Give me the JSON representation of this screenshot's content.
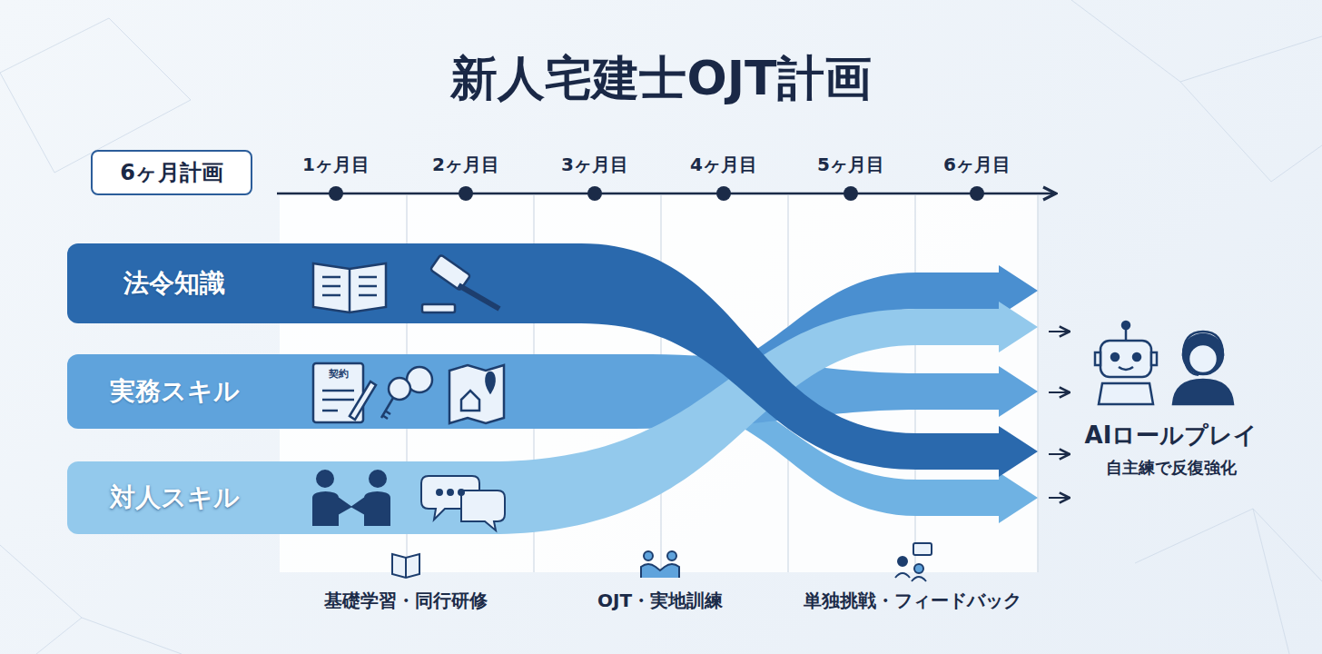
{
  "diagram": {
    "title": "新人宅建士OJT計画",
    "nodes": [
      {
        "text": [
          "6ヶ月計画"
        ]
      },
      {
        "text": [
          "法令知識"
        ]
      },
      {
        "text": [
          "実務スキル"
        ]
      },
      {
        "text": [
          "対人スキル"
        ]
      }
    ],
    "labels": [
      "1ヶ月目",
      "2ヶ月目",
      "3ヶ月目",
      "4ヶ月目",
      "5ヶ月目",
      "6ヶ月目",
      "契約",
      "基礎学習・同行研修",
      "OJT・実地訓練",
      "単独挑戦・フィードバック",
      "AIロールプレイ",
      "自主練で反復強化"
    ]
  }
}
